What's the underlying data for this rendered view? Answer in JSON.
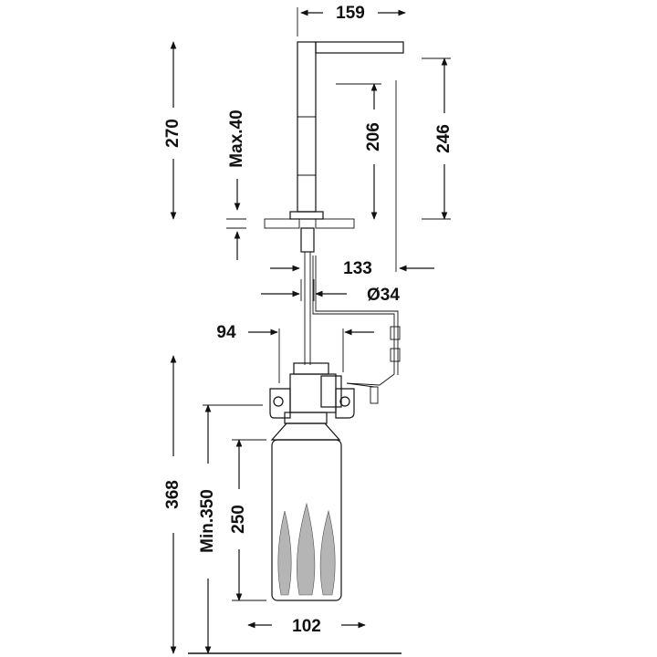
{
  "dimensions": {
    "top_width": "159",
    "total_height": "270",
    "max_deck": "Max.40",
    "spout_height": "206",
    "spout_total": "246",
    "hose_offset": "133",
    "hole_diameter": "Ø34",
    "pump_width": "94",
    "below_total": "368",
    "min_depth": "Min.350",
    "bottle_height": "250",
    "bottle_width": "102"
  },
  "colors": {
    "line": "#111111",
    "fill_dark": "#777777",
    "fill_mid": "#9a9a9a",
    "fill_light": "#c9c9c9",
    "background": "#ffffff"
  }
}
